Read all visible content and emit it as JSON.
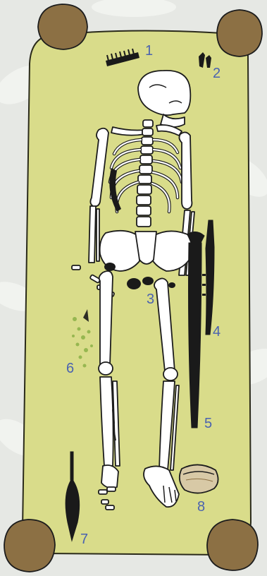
{
  "title": "",
  "colors": {
    "background": "#e6e8e4",
    "grave_fill": "#d9dc8a",
    "post_hole": "#8c7044",
    "bone": "#ffffff",
    "outline": "#1c1c1c",
    "artifact": "#1a1a1a",
    "label": "#4a62b0",
    "plant_remains": "#8fb34a",
    "pot": "#d8c9a6"
  },
  "labels": [
    {
      "id": "1",
      "text": "1",
      "marks": "bone-comb"
    },
    {
      "id": "2",
      "text": "2",
      "marks": "metal-fragments"
    },
    {
      "id": "3",
      "text": "3",
      "marks": "belt-fittings"
    },
    {
      "id": "4",
      "text": "4",
      "marks": "seax-knife"
    },
    {
      "id": "5",
      "text": "5",
      "marks": "sword"
    },
    {
      "id": "6",
      "text": "6",
      "marks": "plant-remains"
    },
    {
      "id": "7",
      "text": "7",
      "marks": "spearhead"
    },
    {
      "id": "8",
      "text": "8",
      "marks": "ceramic-pot"
    }
  ]
}
